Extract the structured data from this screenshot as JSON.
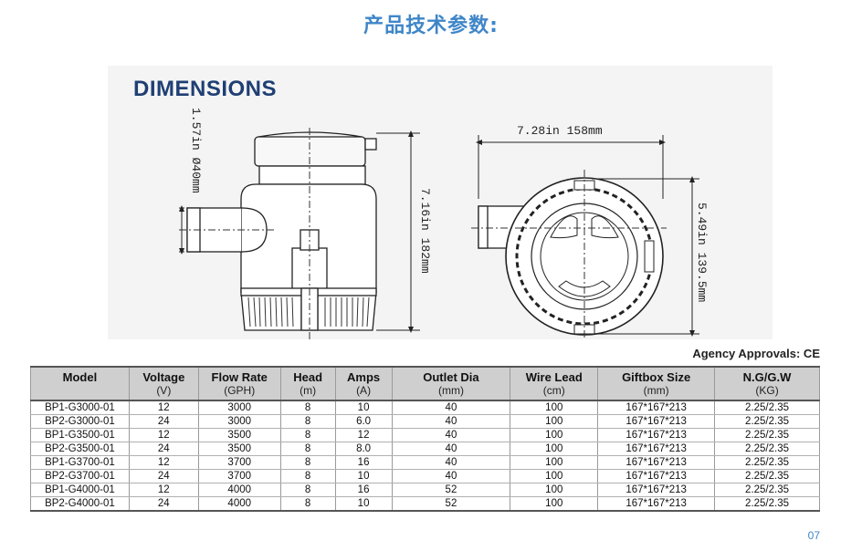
{
  "heading": "产品技术参数:",
  "dimensions_title": "DIMENSIONS",
  "dims": {
    "outlet_height": "1.57in Ø40mm",
    "total_height": "7.16in 182mm",
    "width": "7.28in 158mm",
    "depth": "5.49in 139.5mm"
  },
  "approvals": "Agency Approvals: CE",
  "page_number": "07",
  "chart_data": {
    "type": "table",
    "columns": [
      {
        "name": "Model",
        "unit": ""
      },
      {
        "name": "Voltage",
        "unit": "(V)"
      },
      {
        "name": "Flow Rate",
        "unit": "(GPH)"
      },
      {
        "name": "Head",
        "unit": "(m)"
      },
      {
        "name": "Amps",
        "unit": "(A)"
      },
      {
        "name": "Outlet Dia",
        "unit": "(mm)"
      },
      {
        "name": "Wire Lead",
        "unit": "(cm)"
      },
      {
        "name": "Giftbox Size",
        "unit": "(mm)"
      },
      {
        "name": "N.G/G.W",
        "unit": "(KG)"
      }
    ],
    "rows": [
      [
        "BP1-G3000-01",
        "12",
        "3000",
        "8",
        "10",
        "40",
        "100",
        "167*167*213",
        "2.25/2.35"
      ],
      [
        "BP2-G3000-01",
        "24",
        "3000",
        "8",
        "6.0",
        "40",
        "100",
        "167*167*213",
        "2.25/2.35"
      ],
      [
        "BP1-G3500-01",
        "12",
        "3500",
        "8",
        "12",
        "40",
        "100",
        "167*167*213",
        "2.25/2.35"
      ],
      [
        "BP2-G3500-01",
        "24",
        "3500",
        "8",
        "8.0",
        "40",
        "100",
        "167*167*213",
        "2.25/2.35"
      ],
      [
        "BP1-G3700-01",
        "12",
        "3700",
        "8",
        "16",
        "40",
        "100",
        "167*167*213",
        "2.25/2.35"
      ],
      [
        "BP2-G3700-01",
        "24",
        "3700",
        "8",
        "10",
        "40",
        "100",
        "167*167*213",
        "2.25/2.35"
      ],
      [
        "BP1-G4000-01",
        "12",
        "4000",
        "8",
        "16",
        "52",
        "100",
        "167*167*213",
        "2.25/2.35"
      ],
      [
        "BP2-G4000-01",
        "24",
        "4000",
        "8",
        "10",
        "52",
        "100",
        "167*167*213",
        "2.25/2.35"
      ]
    ]
  }
}
